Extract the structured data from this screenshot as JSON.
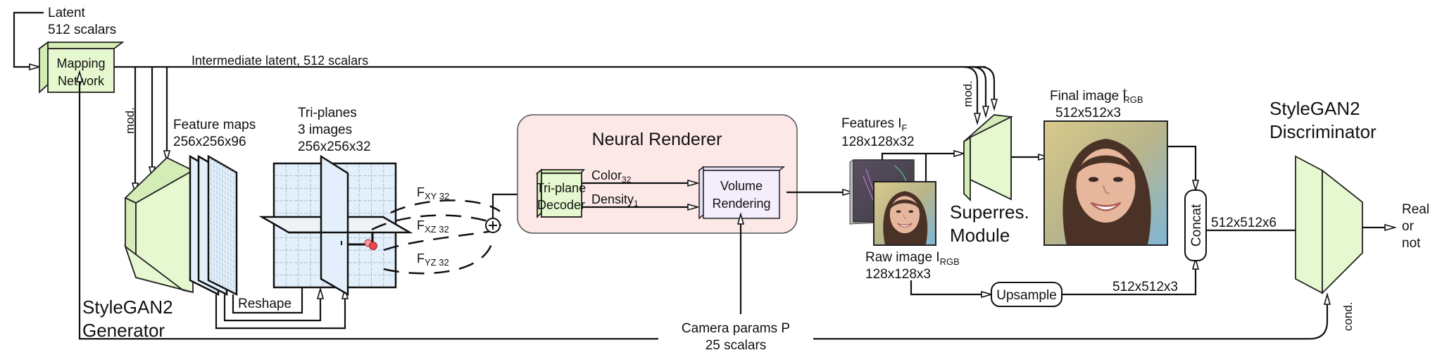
{
  "title": "EG3D architecture diagram",
  "colors": {
    "module_green": "#e6f8cf",
    "renderer_pink": "#fde8e8",
    "volume_lavender": "#f4eefc",
    "plane_blue": "#e3f0fb",
    "sample_point_red": "#e8474f"
  },
  "labels": {
    "latent_line1": "Latent",
    "latent_line2": "512 scalars",
    "mapping_line1": "Mapping",
    "mapping_line2": "Network",
    "intermediate_latent": "Intermediate latent, 512 scalars",
    "mod_generator": "mod.",
    "feature_maps_line1": "Feature maps",
    "feature_maps_line2": "256x256x96",
    "triplanes_line1": "Tri-planes",
    "triplanes_line2": "3 images",
    "triplanes_line3": "256x256x32",
    "generator_line1": "StyleGAN2",
    "generator_line2": "Generator",
    "reshape": "Reshape",
    "f_xy": "F",
    "f_xy_sub": "XY 32",
    "f_xz": "F",
    "f_xz_sub": "XZ 32",
    "f_yz": "F",
    "f_yz_sub": "YZ 32",
    "sum_symbol": "+",
    "neural_renderer": "Neural Renderer",
    "decoder_line1": "Tri-plane",
    "decoder_line2": "Decoder",
    "color_label": "Color",
    "color_sub": "32",
    "density_label": "Density",
    "density_sub": "1",
    "volume_line1": "Volume",
    "volume_line2": "Rendering",
    "features_line1": "Features I",
    "features_sub": "F",
    "features_line2": "128x128x32",
    "raw_line1": "Raw image I",
    "raw_sub": "RGB",
    "raw_line2": "128x128x3",
    "mod_superres": "mod.",
    "superres_line1": "Superres.",
    "superres_line2": "Module",
    "final_line1": "Final image I",
    "final_sup": "+",
    "final_sub": "RGB",
    "final_line2": "512x512x3",
    "upsample": "Upsample",
    "upsample_out": "512x512x3",
    "concat": "Concat",
    "concat_out": "512x512x6",
    "disc_line1": "StyleGAN2",
    "disc_line2": "Discriminator",
    "output_line1": "Real",
    "output_line2": "or",
    "output_line3": "not",
    "cond": "cond.",
    "camera_line1": "Camera params P",
    "camera_line2": "25 scalars"
  }
}
